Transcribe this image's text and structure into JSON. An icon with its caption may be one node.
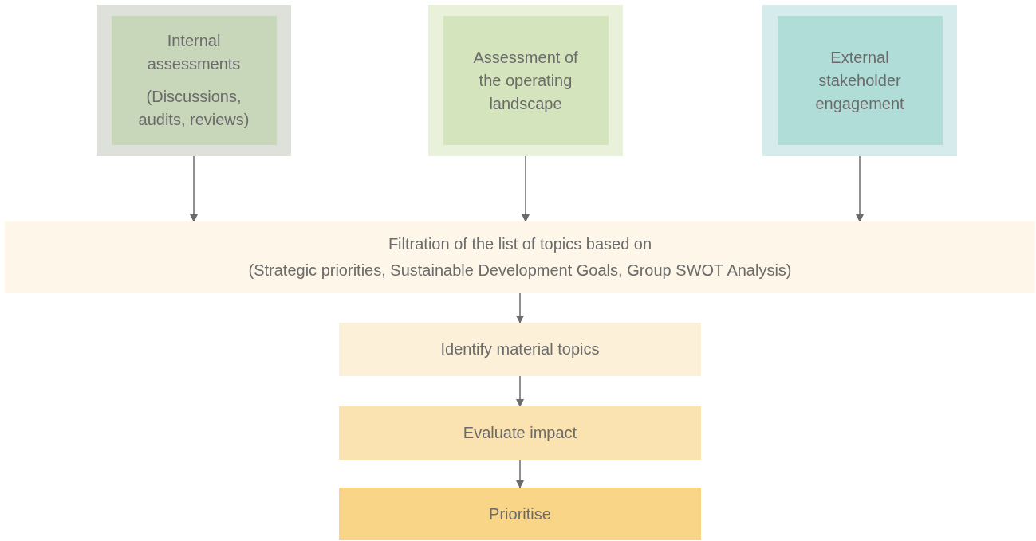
{
  "diagram": {
    "nodes": [
      {
        "text": [],
        "shape": "box"
      },
      {
        "text": [
          "Internal assessments",
          "(Discussions, audits, reviews)"
        ],
        "in": 0
      },
      {
        "text": [],
        "shape": "box"
      },
      {
        "text": [
          "Assessment of the operating landscape"
        ],
        "in": 2
      },
      {
        "text": [],
        "shape": "box"
      },
      {
        "text": [
          "External stakeholder engagement"
        ],
        "in": 4
      },
      {
        "text": [
          "Filtration of the list of topics based on",
          "(Strategic priorities, Sustainable Development Goals, Group SWOT Analysis)"
        ]
      },
      {
        "text": [
          "Identify material topics"
        ]
      },
      {
        "text": [
          "Evaluate impact"
        ]
      },
      {
        "text": [
          "Prioritise"
        ]
      }
    ],
    "edges": [
      {
        "from": 0,
        "to": 6,
        "arrow": "to"
      },
      {
        "from": 2,
        "to": 6,
        "arrow": "to"
      },
      {
        "from": 4,
        "to": 6,
        "arrow": "to"
      },
      {
        "from": 6,
        "to": 7,
        "arrow": "to"
      },
      {
        "from": 7,
        "to": 8,
        "arrow": "to"
      },
      {
        "from": 8,
        "to": 9,
        "arrow": "to"
      }
    ]
  }
}
